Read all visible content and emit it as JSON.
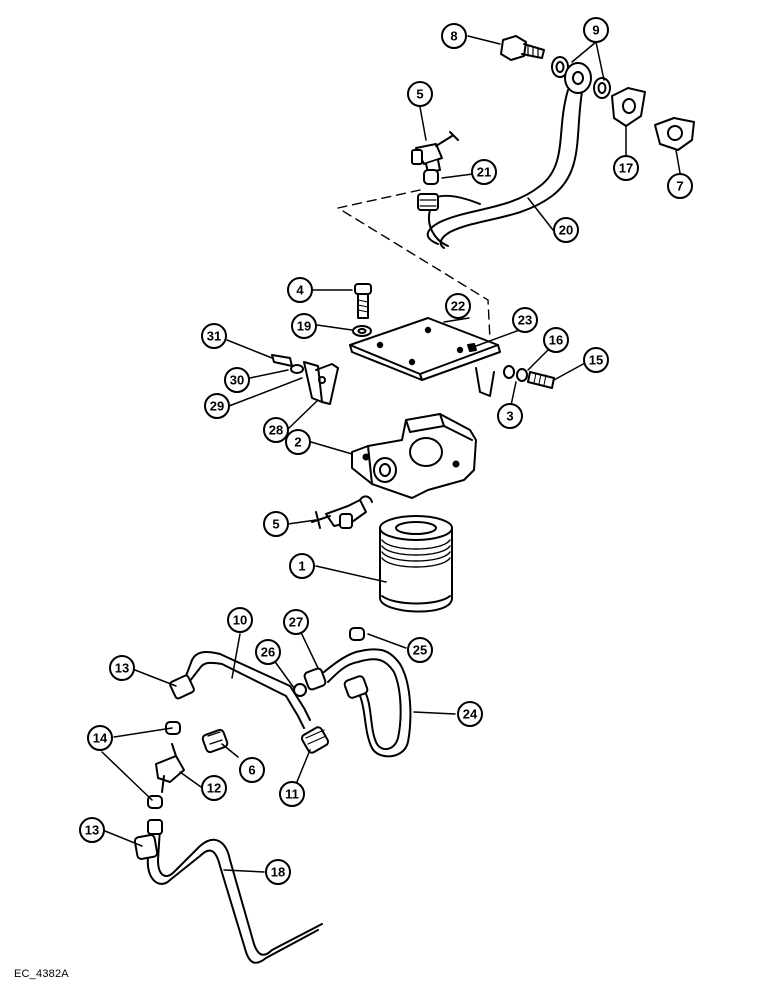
{
  "diagram": {
    "reference_code": "EC_4382A",
    "callouts": [
      {
        "id": "c8",
        "label": "8"
      },
      {
        "id": "c9",
        "label": "9"
      },
      {
        "id": "c5a",
        "label": "5"
      },
      {
        "id": "c21",
        "label": "21"
      },
      {
        "id": "c20",
        "label": "20"
      },
      {
        "id": "c17",
        "label": "17"
      },
      {
        "id": "c7",
        "label": "7"
      },
      {
        "id": "c4",
        "label": "4"
      },
      {
        "id": "c22",
        "label": "22"
      },
      {
        "id": "c23",
        "label": "23"
      },
      {
        "id": "c19",
        "label": "19"
      },
      {
        "id": "c31",
        "label": "31"
      },
      {
        "id": "c16",
        "label": "16"
      },
      {
        "id": "c15",
        "label": "15"
      },
      {
        "id": "c30",
        "label": "30"
      },
      {
        "id": "c29",
        "label": "29"
      },
      {
        "id": "c3",
        "label": "3"
      },
      {
        "id": "c28",
        "label": "28"
      },
      {
        "id": "c2",
        "label": "2"
      },
      {
        "id": "c5b",
        "label": "5"
      },
      {
        "id": "c1",
        "label": "1"
      },
      {
        "id": "c10",
        "label": "10"
      },
      {
        "id": "c27",
        "label": "27"
      },
      {
        "id": "c25",
        "label": "25"
      },
      {
        "id": "c13a",
        "label": "13"
      },
      {
        "id": "c26",
        "label": "26"
      },
      {
        "id": "c24",
        "label": "24"
      },
      {
        "id": "c14",
        "label": "14"
      },
      {
        "id": "c6",
        "label": "6"
      },
      {
        "id": "c12",
        "label": "12"
      },
      {
        "id": "c11",
        "label": "11"
      },
      {
        "id": "c13b",
        "label": "13"
      },
      {
        "id": "c18",
        "label": "18"
      }
    ]
  }
}
